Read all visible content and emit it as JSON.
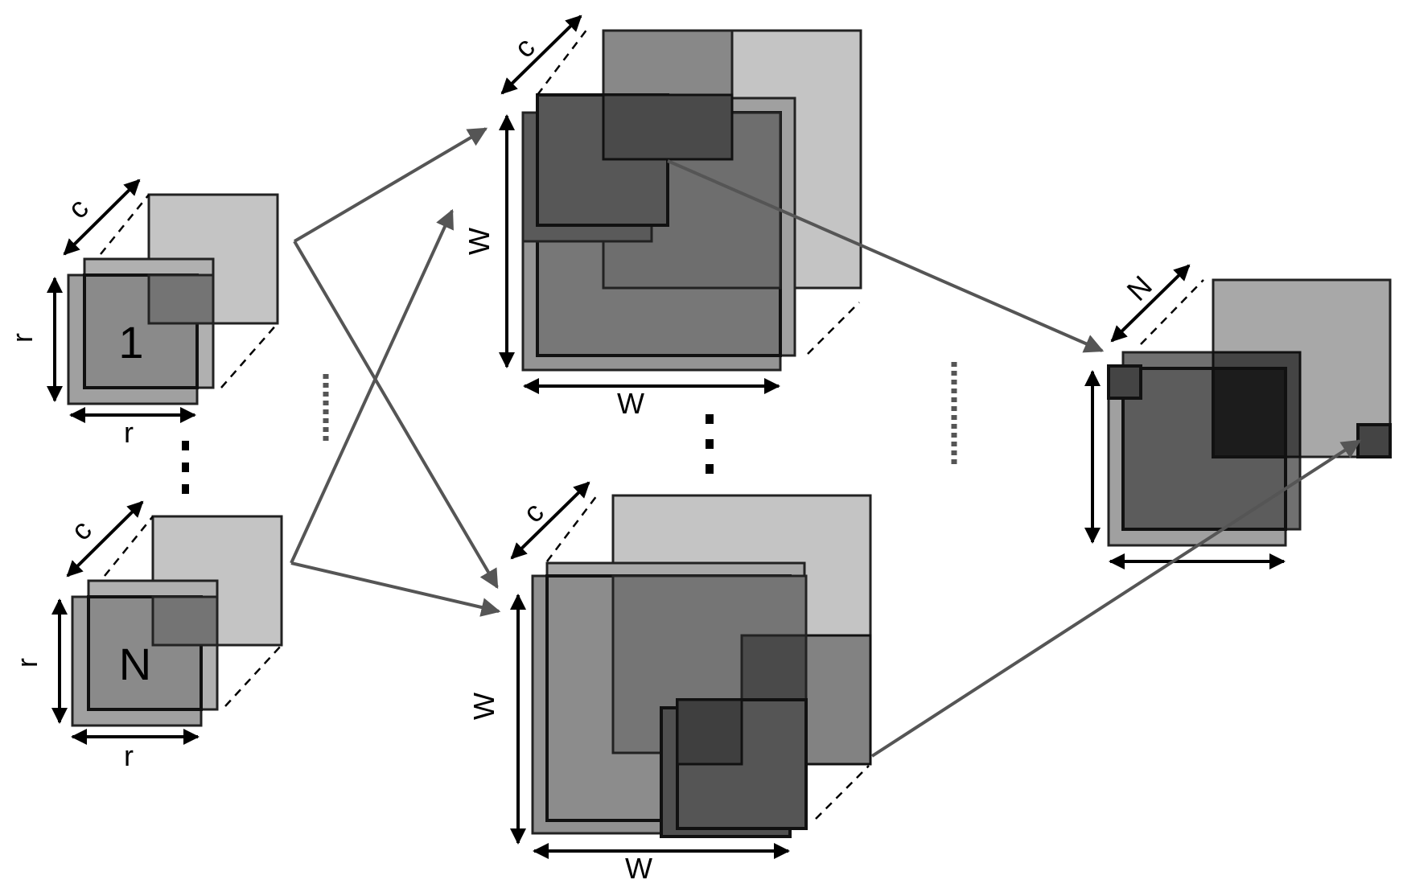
{
  "labels": {
    "c": "c",
    "r": "r",
    "w": "W",
    "n": "N",
    "first": "1",
    "last": "N"
  },
  "colors": {
    "light": "#c4c4c4",
    "mid_light": "#a8a8a8",
    "mid": "#8c8c8c",
    "mid_dark": "#707070",
    "dark": "#555555",
    "darker": "#444444",
    "darkest": "#1c1c1c",
    "flow_arrow": "#555555"
  }
}
